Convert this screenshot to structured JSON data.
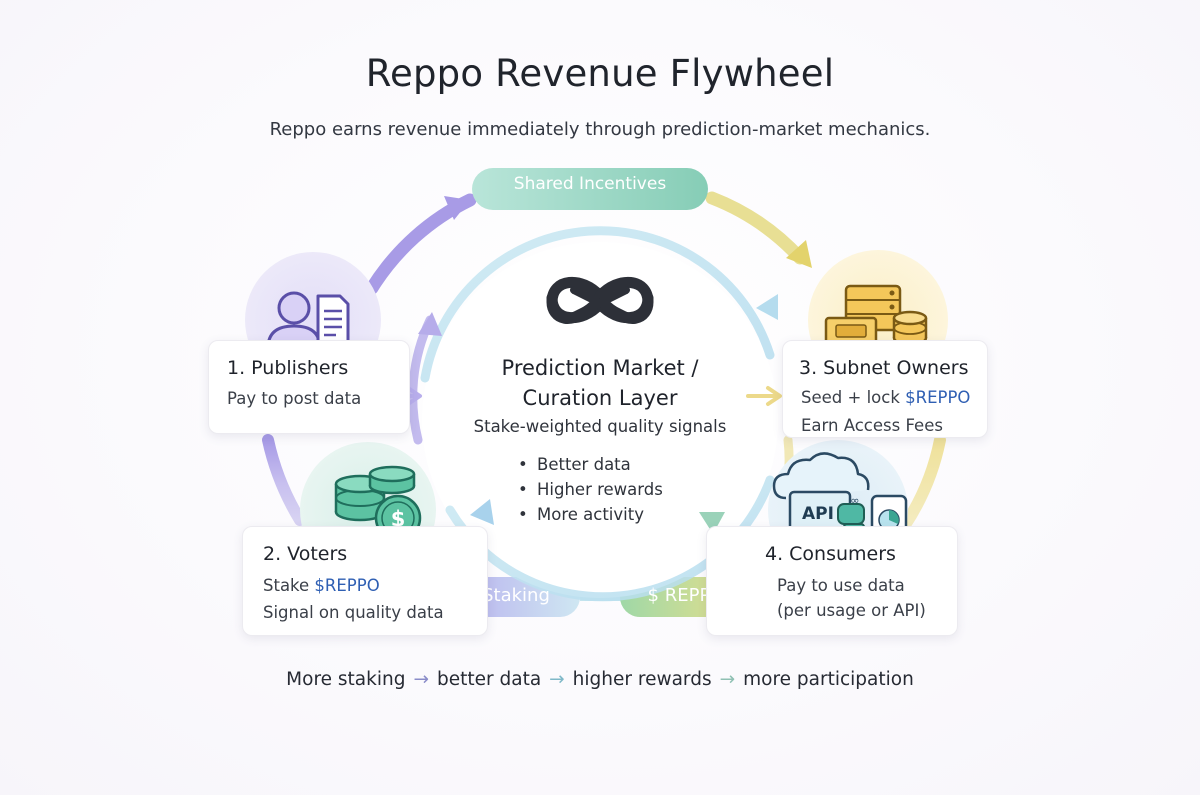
{
  "header": {
    "title": "Reppo Revenue Flywheel",
    "subtitle": "Reppo earns revenue immediately through prediction-market mechanics."
  },
  "flow_labels": {
    "top": "Shared Incentives",
    "staking": "Staking",
    "token": "$ REPPO"
  },
  "center": {
    "title_line1": "Prediction Market /",
    "title_line2": "Curation Layer",
    "subtitle": "Stake-weighted quality signals",
    "bullets": [
      "Better data",
      "Higher rewards",
      "More activity"
    ]
  },
  "publishers": {
    "title": "1. Publishers",
    "line1": "Pay to post data"
  },
  "voters": {
    "title": "2. Voters",
    "line1_prefix": "Stake ",
    "line1_token": "$REPPO",
    "line2": "Signal on quality data"
  },
  "subnet_owners": {
    "title": "3. Subnet Owners",
    "line1_prefix": "Seed + lock ",
    "line1_token": "$REPPO",
    "line2": "Earn Access Fees"
  },
  "consumers": {
    "title": "4. Consumers",
    "line1": "Pay to use data",
    "line2": "(per usage or API)"
  },
  "icons": {
    "api_label": "API",
    "coin_symbol": "$"
  },
  "footer": {
    "step1": "More staking",
    "step2": "better data",
    "step3": "higher rewards",
    "step4": "more participation",
    "arrow": "→"
  },
  "colors": {
    "purple": "#9a92e0",
    "teal": "#6fc4b4",
    "yellow": "#ecd97a",
    "blue": "#8fc3e4",
    "dark_logo": "#2d3038"
  }
}
